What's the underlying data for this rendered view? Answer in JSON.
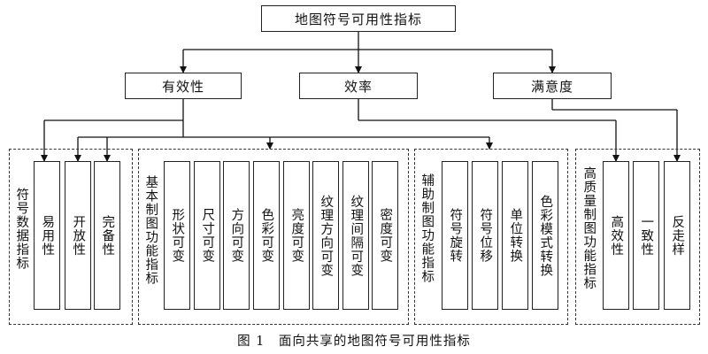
{
  "root": "地图符号可用性指标",
  "level1": [
    "有效性",
    "效率",
    "满意度"
  ],
  "groups": [
    {
      "label": "符号数据指标",
      "items": [
        "易用性",
        "开放性",
        "完备性"
      ]
    },
    {
      "label": "基本制图功能指标",
      "items": [
        "形状可变",
        "尺寸可变",
        "方向可变",
        "色彩可变",
        "亮度可变",
        "纹理方向可变",
        "纹理间隔可变",
        "密度可变"
      ]
    },
    {
      "label": "辅助制图功能指标",
      "items": [
        "符号旋转",
        "符号位移",
        "单位转换",
        "色彩模式转换"
      ]
    },
    {
      "label": "高质量制图功能指标",
      "items": [
        "高效性",
        "一致性",
        "反走样"
      ]
    }
  ],
  "caption": "图 1　面向共享的地图符号可用性指标"
}
